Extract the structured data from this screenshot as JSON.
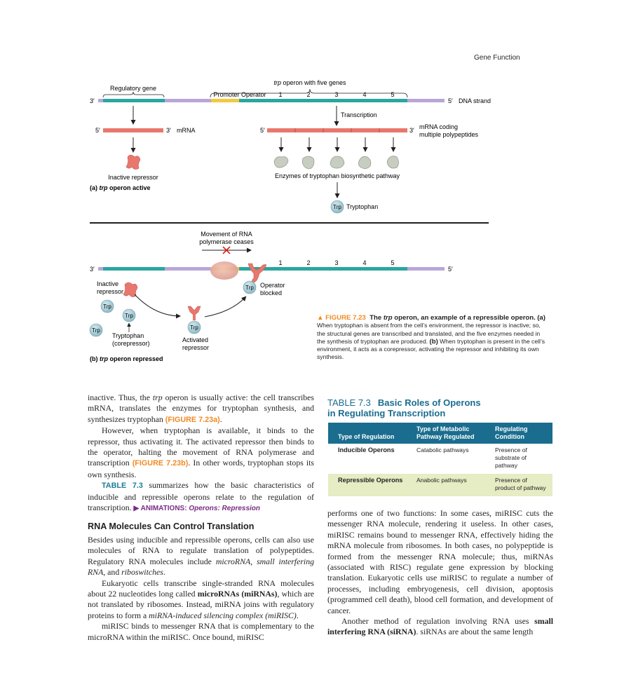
{
  "running_head": "Gene Function",
  "figure": {
    "a": {
      "label_prefix": "(a) ",
      "label_italic": "trp",
      "label_suffix": " operon active",
      "regulatory_gene": "Regulatory gene",
      "operon_label_italic": "trp",
      "operon_label_rest": " operon with five genes",
      "promoter": "Promoter",
      "operator": "Operator",
      "genes": [
        "1",
        "2",
        "3",
        "4",
        "5"
      ],
      "end3": "3′",
      "end5": "5′",
      "dna_strand": "DNA strand",
      "transcription": "Transcription",
      "mrna": "mRNA",
      "mrna_coding_1": "mRNA coding",
      "mrna_coding_2": "multiple polypeptides",
      "inactive_repressor": "Inactive repressor",
      "enzymes": "Enzymes of tryptophan biosynthetic pathway",
      "trp": "Trp",
      "tryptophan": "Tryptophan"
    },
    "b": {
      "label_prefix": "(b) ",
      "label_italic": "trp",
      "label_suffix": " operon repressed",
      "movement_1": "Movement of RNA",
      "movement_2": "polymerase ceases",
      "inactive_1": "Inactive",
      "inactive_2": "repressor",
      "trp": "Trp",
      "tryptophan_1": "Tryptophan",
      "tryptophan_2": "(corepressor)",
      "activated_1": "Activated",
      "activated_2": "repressor",
      "operator_blocked_1": "Operator",
      "operator_blocked_2": "blocked"
    },
    "caption": {
      "number": "▲ FIGURE 7.23",
      "title_a": "The ",
      "title_italic": "trp",
      "title_b": " operon, an example of a repressible operon.",
      "part_a_label": "(a)",
      "part_a_text": " When tryptophan is absent from the cell’s environment, the repressor is inactive; so, the structural genes are transcribed and translated, and the five enzymes needed in the synthesis of tryptophan are produced. ",
      "part_b_label": "(b)",
      "part_b_text": " When tryptophan is present in the cell’s environment, it acts as a corepressor, activating the repressor and inhibiting its own synthesis."
    }
  },
  "table": {
    "number": "TABLE 7.3",
    "title_line1": "Basic Roles of Operons",
    "title_line2": "in Regulating Transcription",
    "headers": [
      "Type of Regulation",
      "Type of Metabolic Pathway Regulated",
      "Regulating Condition"
    ],
    "rows": [
      [
        "Inducible Operons",
        "Catabolic pathways",
        "Presence of substrate of pathway"
      ],
      [
        "Repressible Operons",
        "Anabolic pathways",
        "Presence of product of pathway"
      ]
    ]
  },
  "left_column": {
    "p1_a": "inactive. Thus, the ",
    "p1_trp": "trp",
    "p1_b": " operon is usually active: the cell transcribes mRNA, translates the enzymes for tryptophan synthesis, and synthesizes tryptophan ",
    "p1_ref": "(FIGURE 7.23a)",
    "p1_end": ".",
    "p2_a": "However, when tryptophan is available, it binds to the repressor, thus activating it. The activated repressor then binds to the operator, halting the movement of RNA polymerase and transcription ",
    "p2_ref": "(FIGURE 7.23b)",
    "p2_b": ". In other words, tryptophan stops its own synthesis.",
    "p3_ref": "TABLE 7.3",
    "p3_a": " summarizes how the basic characteristics of inducible and repressible operons relate to the regulation of transcription. ",
    "p3_anim": "▶ ANIMATIONS: ",
    "p3_anim_italic": "Operons: Repression",
    "heading": "RNA Molecules Can Control Translation",
    "p4_a": "Besides using inducible and repressible operons, cells can also use molecules of RNA to regulate translation of polypeptides. Regulatory RNA molecules include ",
    "p4_i1": "microRNA",
    "p4_b": ", ",
    "p4_i2": "small interfering RNA",
    "p4_c": ", and ",
    "p4_i3": "riboswitches",
    "p4_d": ".",
    "p5_a": "Eukaryotic cells transcribe single-stranded RNA molecules about 22 nucleotides long called ",
    "p5_bold": "microRNAs (miRNAs)",
    "p5_b": ", which are not translated by ribosomes. Instead, miRNA joins with regulatory proteins to form a ",
    "p5_i": "miRNA-induced silencing complex (miRISC)",
    "p5_c": ".",
    "p6": "miRISC binds to messenger RNA that is complementary to the microRNA within the miRISC. Once bound, miRISC"
  },
  "right_column": {
    "p1": "performs one of two functions: In some cases, miRISC cuts the messenger RNA molecule, rendering it useless. In other cases, miRISC remains bound to messenger RNA, effectively hiding the mRNA molecule from ribosomes. In both cases, no polypeptide is formed from the messenger RNA molecule; thus, miRNAs (associated with RISC) regulate gene expression by blocking translation. Eukaryotic cells use miRISC to regulate a number of processes, including embryogenesis, cell division, apoptosis (programmed cell death), blood cell formation, and development of cancer.",
    "p2_a": "Another method of regulation involving RNA uses ",
    "p2_bold": "small interfering RNA (siRNA)",
    "p2_b": ". siRNAs are about the same length"
  },
  "colors": {
    "dna_teal": "#2aa6a0",
    "dna_lavender": "#b9a6d8",
    "promoter_yellow": "#f4c93f",
    "mrna_salmon": "#e9776d",
    "repressor": "#e9776d",
    "enzyme": "#c7cdc0",
    "trp_ball": "#a7cdd6",
    "accent_orange": "#f08a24",
    "table_blue": "#1a6d8e",
    "table_row": "#e6ecc3"
  }
}
